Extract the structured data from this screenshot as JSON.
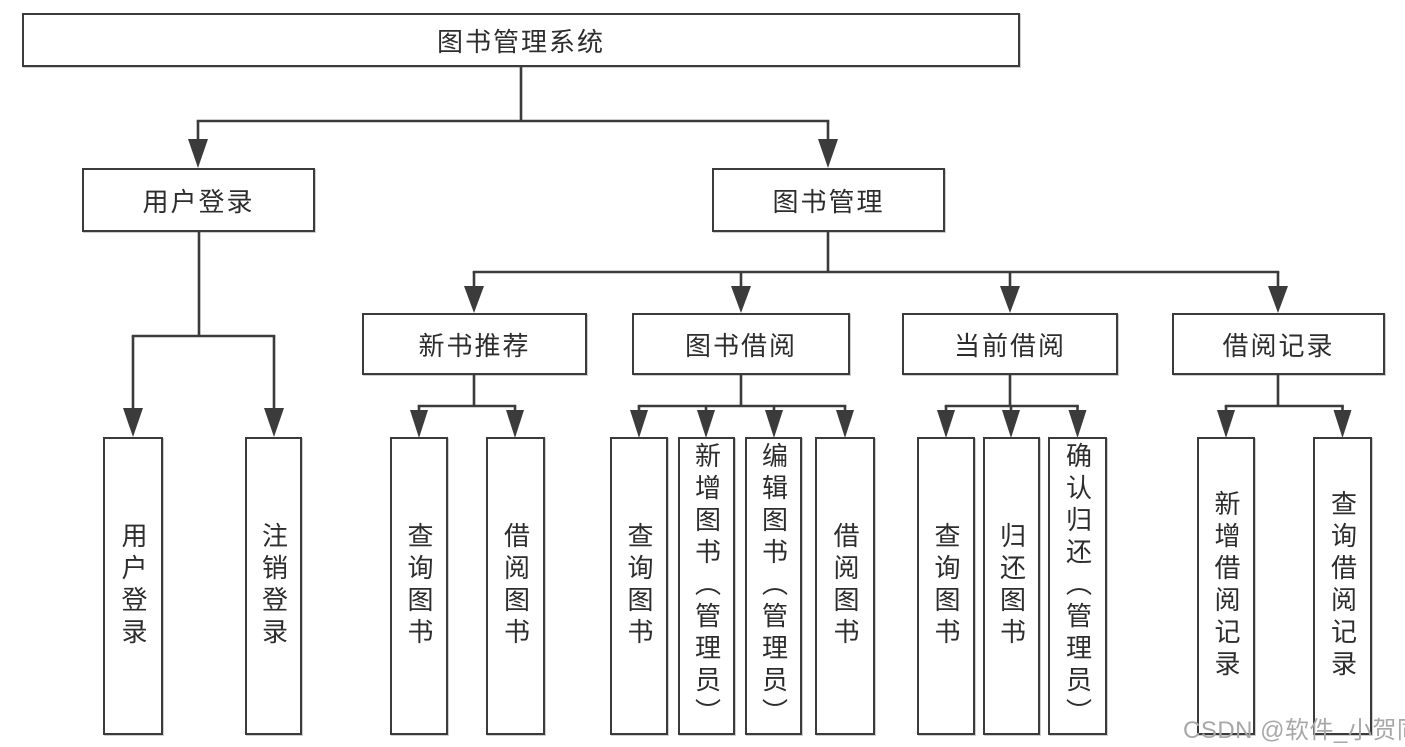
{
  "tree": {
    "label": "图书管理系统",
    "children": [
      {
        "label": "用户登录",
        "children": [
          {
            "label": "用户登录"
          },
          {
            "label": "注销登录"
          }
        ]
      },
      {
        "label": "图书管理",
        "children": [
          {
            "label": "新书推荐",
            "children": [
              {
                "label": "查询图书"
              },
              {
                "label": "借阅图书"
              }
            ]
          },
          {
            "label": "图书借阅",
            "children": [
              {
                "label": "查询图书"
              },
              {
                "label": "新增图书（管理员）"
              },
              {
                "label": "编辑图书（管理员）"
              },
              {
                "label": "借阅图书"
              }
            ]
          },
          {
            "label": "当前借阅",
            "children": [
              {
                "label": "查询图书"
              },
              {
                "label": "归还图书"
              },
              {
                "label": "确认归还（管理员）"
              }
            ]
          },
          {
            "label": "借阅记录",
            "children": [
              {
                "label": "新增借阅记录"
              },
              {
                "label": "查询借阅记录"
              }
            ]
          }
        ]
      }
    ]
  },
  "watermark": {
    "text": "CSDN @软件_小贺同学"
  },
  "colors": {
    "line": "#3b3b3b",
    "text": "#2d2d2d",
    "watermark": "#a8a8a8",
    "background": "#ffffff"
  }
}
